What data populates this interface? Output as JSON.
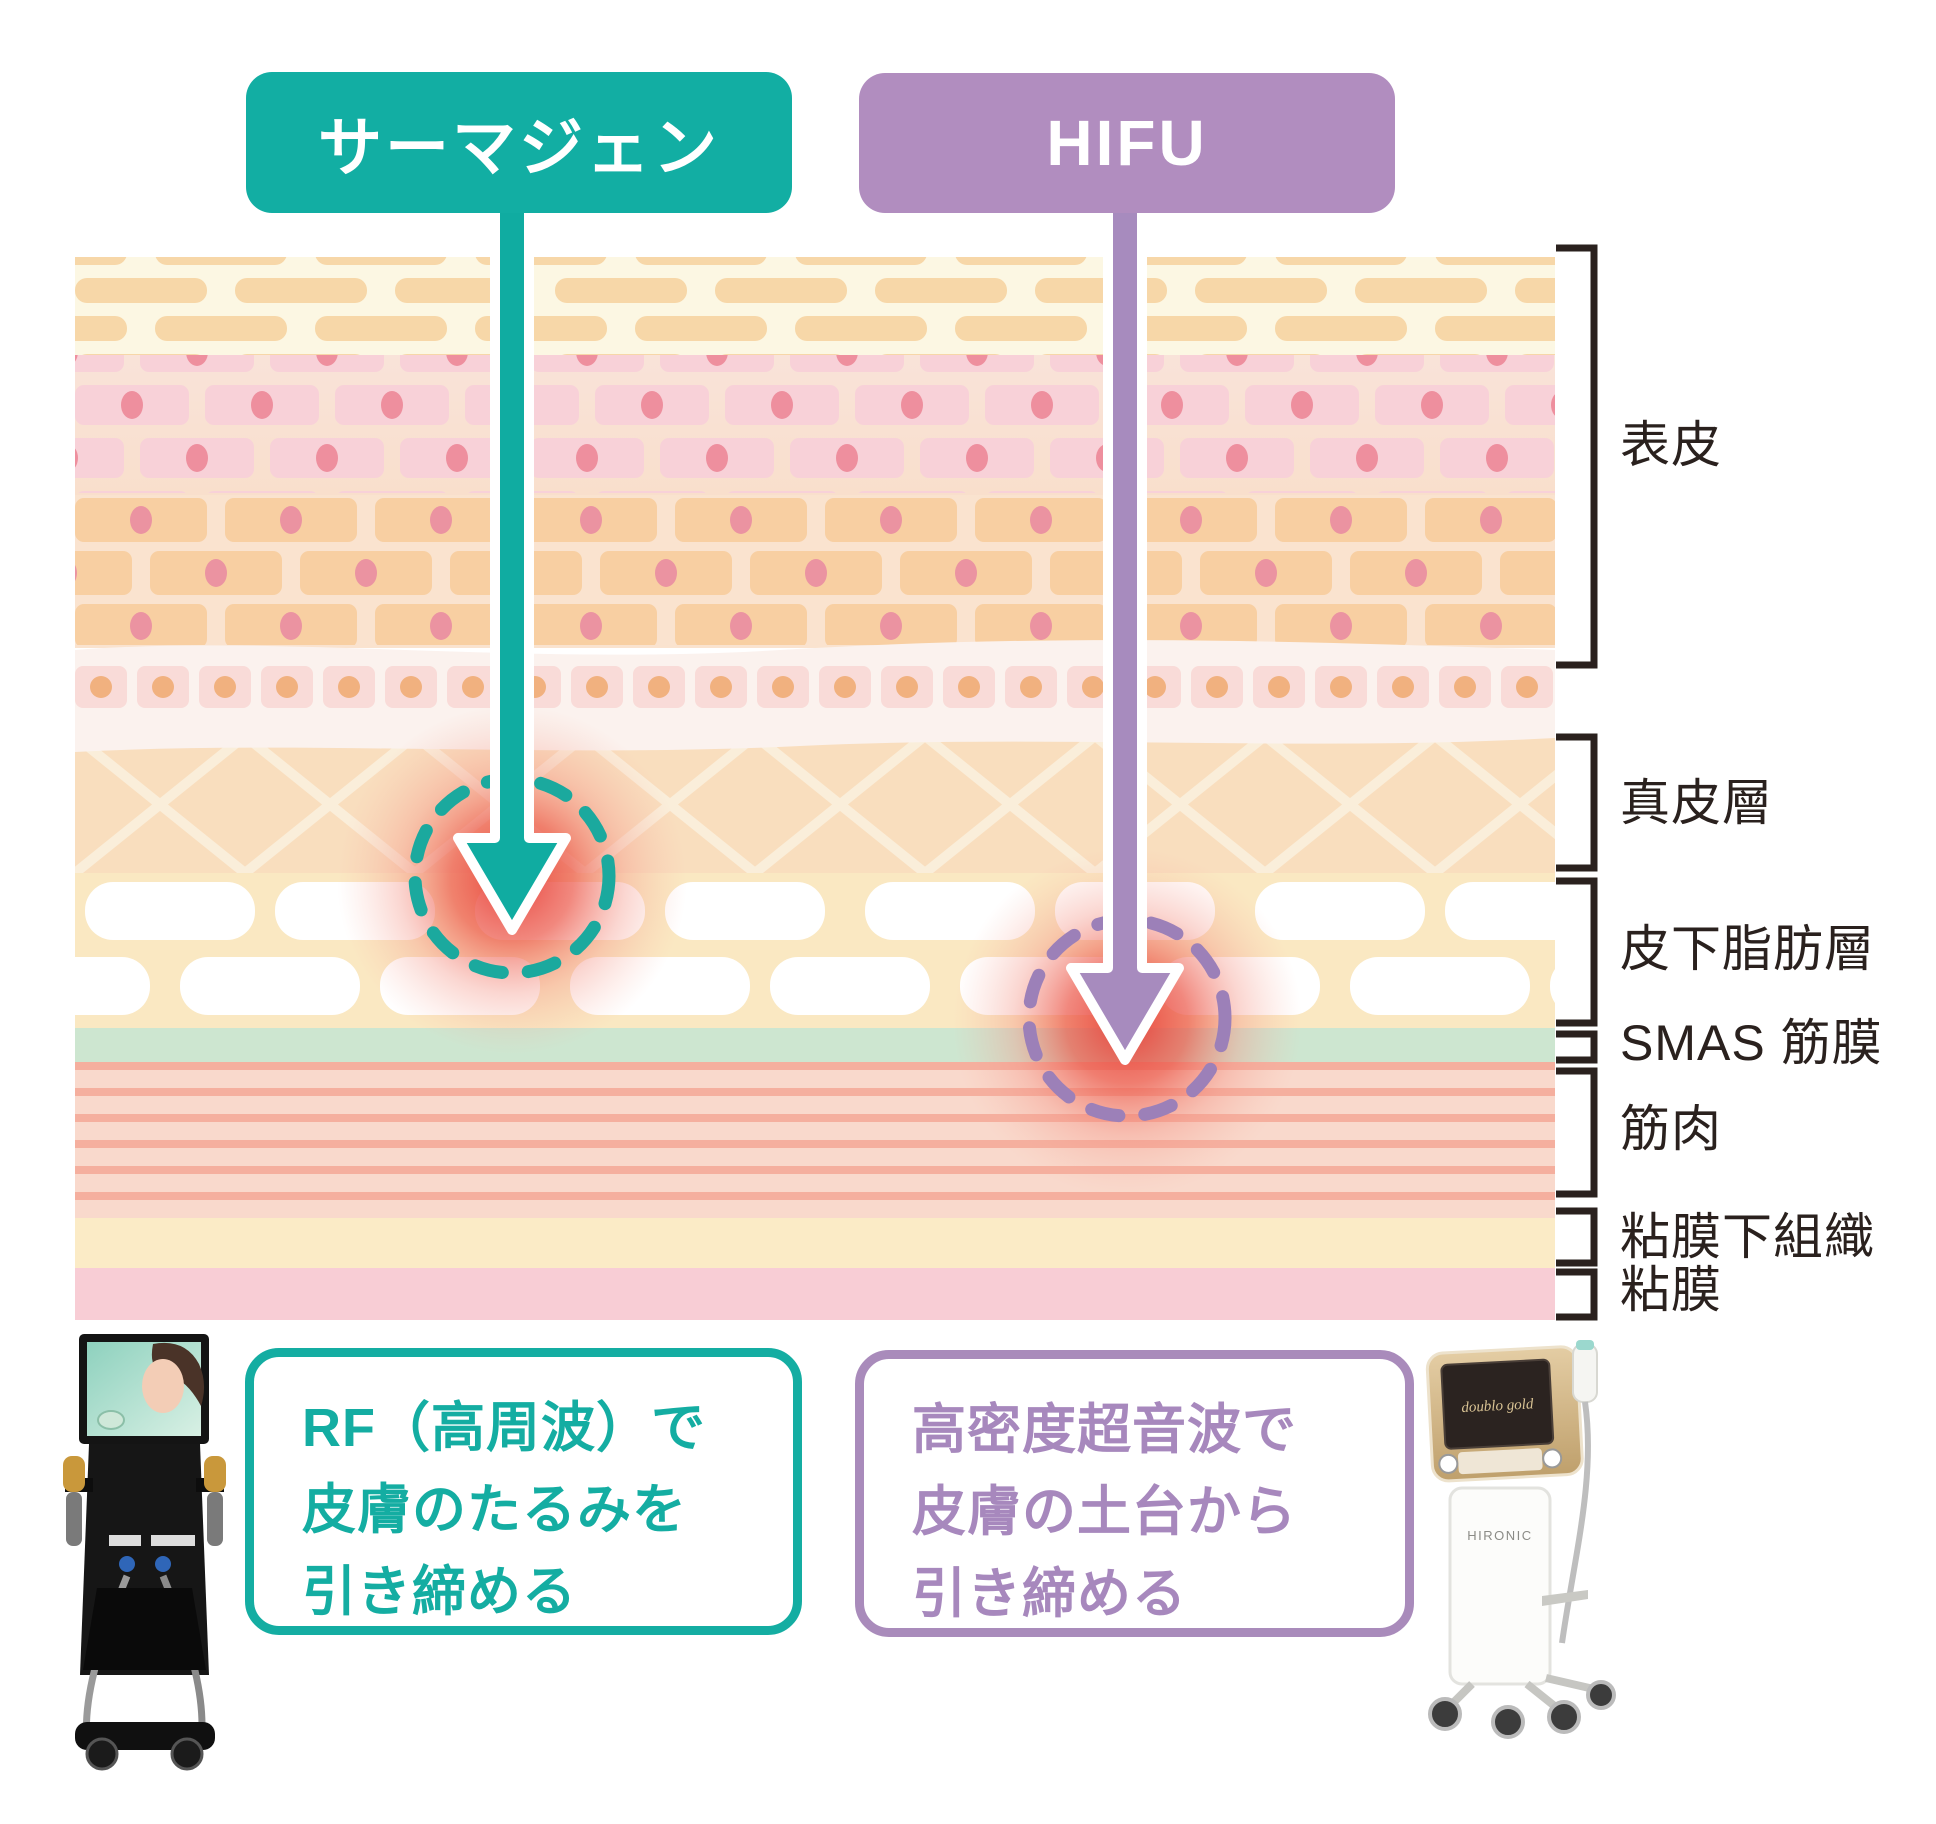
{
  "treatments": [
    {
      "label": "サーマジェン",
      "color": "#12AEA3",
      "energy": "RF",
      "description_lines": [
        "RF（高周波）で",
        "皮膚のたるみを",
        "引き締める"
      ]
    },
    {
      "label": "HIFU",
      "color": "#B18DBF",
      "energy": "高密度超音波",
      "description_lines": [
        "高密度超音波で",
        "皮膚の土台から",
        "引き締める"
      ]
    }
  ],
  "skin_layers": [
    {
      "label": "表皮"
    },
    {
      "label": "真皮層"
    },
    {
      "label": "皮下脂肪層"
    },
    {
      "label": "SMAS 筋膜"
    },
    {
      "label": "筋肉"
    },
    {
      "label": "粘膜下組織"
    },
    {
      "label": "粘膜"
    }
  ],
  "devices": {
    "hifu_machine": {
      "screen_text": "doublo gold",
      "brand": "HIRONIC"
    }
  },
  "colors": {
    "thermagen_teal": "#12AEA3",
    "hifu_purple": "#B18DBF",
    "target_glow_red": "#E73C35",
    "label_ink": "#2A211E",
    "smas_green": "#CDE6D0",
    "mucosa_pink": "#F8CDD5"
  }
}
